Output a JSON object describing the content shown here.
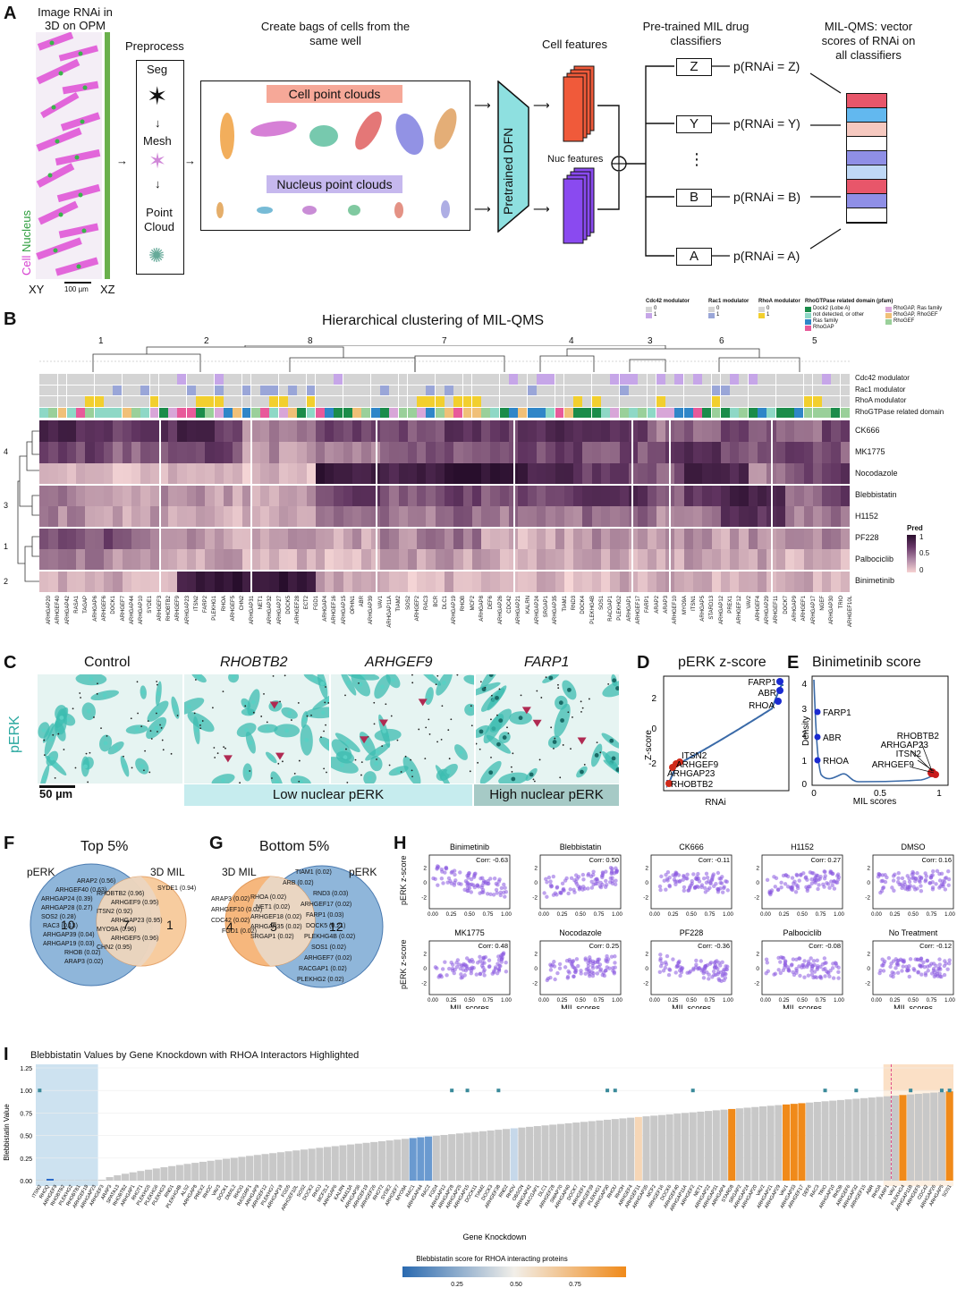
{
  "panels": {
    "A": {
      "label": "A",
      "image_title": "Image RNAi in 3D on OPM",
      "cell_label": "Cell",
      "nucleus_label": "Nucleus",
      "xy_label": "XY",
      "xz_label": "XZ",
      "scale": "100 µm",
      "preprocess_title": "Preprocess",
      "steps": [
        "Seg",
        "Mesh",
        "Point Cloud"
      ],
      "bags_title": "Create bags of cells from the same well",
      "cell_pc": "Cell point clouds",
      "nuc_pc": "Nucleus point clouds",
      "dfn": "Pretrained DFN",
      "cell_features": "Cell features",
      "nuc_features": "Nuc features",
      "mil_title": "Pre-trained MIL drug classifiers",
      "classifiers": [
        {
          "k": "Z",
          "p": "p(RNAi = Z)"
        },
        {
          "k": "Y",
          "p": "p(RNAi = Y)"
        },
        {
          "k": "B",
          "p": "p(RNAi = B)"
        },
        {
          "k": "A",
          "p": "p(RNAi = A)"
        }
      ],
      "ellipsis": "⋮",
      "qms_title": "MIL-QMS: vector scores of RNAi on all classifiers",
      "qms_colors": [
        "#e8566a",
        "#62b8ef",
        "#f6c9c0",
        "#ffffff",
        "#8f8fe6",
        "#bfd8f6",
        "#e8566a",
        "#8f8fe6",
        "#ffffff"
      ]
    },
    "B": {
      "label": "B",
      "title": "Hierarchical clustering of MIL-QMS",
      "clusters": [
        "1",
        "2",
        "8",
        "7",
        "4",
        "3",
        "6",
        "5"
      ],
      "annot_rows": [
        "Cdc42 modulator",
        "Rac1 modulator",
        "RhoA modulator",
        "RhoGTPase related domain"
      ],
      "drug_rows": [
        "CK666",
        "MK1775",
        "Nocodazole",
        "Blebbistatin",
        "H1152",
        "PF228",
        "Palbociclib",
        "Binimetinib"
      ],
      "row_groups": [
        "4",
        "3",
        "1",
        "2"
      ],
      "legend_pred": "Pred",
      "legend_ticks": [
        "1",
        "0.5",
        "0"
      ],
      "legend_cdc42": {
        "title": "Cdc42 modulator",
        "items": [
          "0",
          "1"
        ],
        "colors": [
          "#d4d4d4",
          "#c6a6e8"
        ]
      },
      "legend_rac1": {
        "title": "Rac1 modulator",
        "items": [
          "0",
          "1"
        ],
        "colors": [
          "#d4d4d4",
          "#9aa6d8"
        ]
      },
      "legend_rhoa": {
        "title": "RhoA modulator",
        "items": [
          "0",
          "1"
        ],
        "colors": [
          "#d4d4d4",
          "#f2cf2e"
        ]
      },
      "legend_domain": {
        "title": "RhoGTPase related domain (pfam)",
        "items": [
          "Dock2 (Lobe A)",
          "not detected, or other",
          "Ras family",
          "RhoGAP",
          "RhoGAP, Ras family",
          "RhoGAP, RhoGEF",
          "RhoGEF"
        ],
        "colors": [
          "#1b8c4a",
          "#8ed8c6",
          "#2f86c8",
          "#e85a9a",
          "#d8a6d8",
          "#f0c078",
          "#9ad09a"
        ]
      },
      "gene_labels": [
        "ARHGAP20",
        "ARHGEF40",
        "ARHGAP42",
        "RASA1",
        "TAGAP",
        "ARHGAP6",
        "ARHGEF6",
        "DOCK1",
        "ARHGEF7",
        "ARHGAP44",
        "ARHGAP10",
        "SYDE1",
        "ARHGEF3",
        "RHOBTB2",
        "ARHGEF9",
        "ARHGAP23",
        "ITSN2",
        "FARP2",
        "PLEKHG1",
        "RHOA",
        "ARHGEF5",
        "CHN2",
        "ARHGAP31",
        "NET1",
        "ARHGAP32",
        "ARHGAP27",
        "DOCK5",
        "ARHGEF28",
        "ECT2",
        "FGD1",
        "ARHGAP4",
        "ARHGEF16",
        "ARHGAP15",
        "OPHN1",
        "ABR",
        "ARHGAP39",
        "VAV1",
        "ARHGAP11A",
        "TIAM2",
        "SOS2",
        "ARHGEF2",
        "RAC3",
        "BCR",
        "DLC1",
        "ARHGAP19",
        "RHOB",
        "MCF2",
        "ARHGAP8",
        "DEF6",
        "ARHGAP26",
        "CDC42",
        "ARHGAP21",
        "KALRN",
        "ARHGAP24",
        "SRGAP1",
        "ARHGAP35",
        "TIAM1",
        "RND3",
        "DOCK4",
        "PLEKHG4B",
        "SOS1",
        "RACGAP1",
        "PLEKHG2",
        "ARHGAP1",
        "ARHGEF17",
        "FARP1",
        "ARAP2",
        "ARAP3",
        "ARHGEF10",
        "MYO9A",
        "ITSN1",
        "ARHGAP5",
        "STARD13",
        "ARHGAP12",
        "PREX1",
        "ARHGEF12",
        "VAV2",
        "ARHGEF4",
        "ARHGAP29",
        "ARHGEF11",
        "DOCK7",
        "ARHGAP9",
        "ARHGEF1",
        "ARHGAP17",
        "NGEF",
        "ARHGAP30",
        "TRIO",
        "ARHGEF10L"
      ]
    },
    "C": {
      "label": "C",
      "conditions": [
        "Control",
        "RHOBTB2",
        "ARHGEF9",
        "FARP1"
      ],
      "stain": "pERK",
      "scale": "50 µm",
      "low": "Low nuclear pERK",
      "high": "High nuclear pERK"
    },
    "D": {
      "label": "D",
      "title": "pERK z-score",
      "ylabel": "Z-score",
      "xlabel": "RNAi",
      "yticks": [
        "2",
        "0",
        "-2"
      ],
      "top_genes": [
        "FARP1",
        "ABR",
        "RHOA"
      ],
      "bottom_genes": [
        "ITSN2",
        "ARHGEF9",
        "ARHGAP23",
        "RHOBTB2"
      ]
    },
    "E": {
      "label": "E",
      "title": "Binimetinib score",
      "ylabel": "Density",
      "xlabel": "MIL scores",
      "yticks": [
        "4",
        "3",
        "2",
        "1",
        "0"
      ],
      "xticks": [
        "0",
        "0.5",
        "1"
      ],
      "left_genes": [
        "FARP1",
        "ABR",
        "RHOA"
      ],
      "right_genes": [
        "RHOBTB2",
        "ARHGAP23",
        "ITSN2",
        "ARHGEF9"
      ]
    },
    "F": {
      "label": "F",
      "title": "Top 5%",
      "left_name": "pERK",
      "right_name": "3D MIL",
      "left_count": "10",
      "mid_count": "7",
      "right_count": "1",
      "left_genes": [
        "ARAP2 (0.56)",
        "ARHGEF40 (0.63)",
        "ARHGAP24 (0.39)",
        "ARHGAP28 (0.27)",
        "SOS2 (0.28)",
        "RAC3 (0.13)",
        "ARHGAP39 (0.04)",
        "ARHGAP19 (0.03)",
        "RHOB (0.02)",
        "ARAP3 (0.02)"
      ],
      "mid_genes": [
        "RHOBTB2 (0.96)",
        "ARHGEF9 (0.95)",
        "ITSN2 (0.92)",
        "ARHGAP23 (0.95)",
        "MYO9A (0.96)",
        "ARHGEF5 (0.96)",
        "CHN2 (0.95)"
      ],
      "right_genes": [
        "SYDE1 (0.94)"
      ]
    },
    "G": {
      "label": "G",
      "title": "Bottom 5%",
      "left_name": "3D MIL",
      "right_name": "pERK",
      "left_count": "4",
      "mid_count": "5",
      "right_count": "12",
      "left_genes": [
        "ARAP3 (0.02)",
        "ARHGEF10 (0.02)",
        "CDC42 (0.02)",
        "FGD1 (0.02)"
      ],
      "mid_genes": [
        "RHOA (0.02)",
        "NET1 (0.02)",
        "ARHGEF18 (0.02)",
        "ARHGAP35 (0.02)",
        "SRGAP1 (0.02)"
      ],
      "right_genes": [
        "TIAM1 (0.02)",
        "ARB (0.02)",
        "RND3 (0.03)",
        "ARHGEF17 (0.02)",
        "FARP1 (0.03)",
        "DOCK5 (0.21)",
        "PLEKHG4B (0.02)",
        "SOS1 (0.02)",
        "ARHGEF7 (0.02)",
        "RACGAP1 (0.02)",
        "PLEKHG2 (0.02)"
      ]
    },
    "H": {
      "label": "H",
      "ylabel": "pERK z-score",
      "xlabel": "MIL scores",
      "xticks": [
        "0.00",
        "0.25",
        "0.50",
        "0.75",
        "1.00"
      ],
      "yticks": [
        "2",
        "0",
        "-2"
      ],
      "plots": [
        {
          "name": "Binimetinib",
          "corr": "Corr: -0.63",
          "r": -0.63
        },
        {
          "name": "Blebbistatin",
          "corr": "Corr: 0.50",
          "r": 0.5
        },
        {
          "name": "CK666",
          "corr": "Corr: -0.11",
          "r": -0.11
        },
        {
          "name": "H1152",
          "corr": "Corr: 0.27",
          "r": 0.27
        },
        {
          "name": "DMSO",
          "corr": "Corr: 0.16",
          "r": 0.16
        },
        {
          "name": "MK1775",
          "corr": "Corr: 0.48",
          "r": 0.48
        },
        {
          "name": "Nocodazole",
          "corr": "Corr: 0.25",
          "r": 0.25
        },
        {
          "name": "PF228",
          "corr": "Corr: -0.36",
          "r": -0.36
        },
        {
          "name": "Palbociclib",
          "corr": "Corr: -0.08",
          "r": -0.08
        },
        {
          "name": "No Treatment",
          "corr": "Corr: -0.12",
          "r": -0.12
        }
      ]
    },
    "I": {
      "label": "I",
      "title": "Blebbistatin Values by Gene Knockdown with RHOA Interactors Highlighted",
      "ylabel": "Blebbistatin Value",
      "xlabel": "Gene Knockdown",
      "yticks": [
        "1.25",
        "1.00",
        "0.75",
        "0.50",
        "0.25",
        "0.00"
      ],
      "cbar_title": "Blebbistatin score for RHOA interacting proteins",
      "cbar_ticks": [
        "0.25",
        "0.50",
        "0.75"
      ],
      "genes": [
        "ITSN2",
        "RHOQ",
        "ARHGEF9",
        "RHOBTB2",
        "PLEKHG2",
        "RHOBTB1",
        "ARHGEF18",
        "ARHGAP23",
        "ARHGEF3",
        "ARAP3",
        "SPATA13",
        "RHOBTB2",
        "ARHGAP1",
        "RHOT1",
        "PLEKHG5",
        "PLEKHG6",
        "PLEKHG3",
        "RND1",
        "PLEKHG4B",
        "ALS2",
        "ARHGAP8",
        "PREX2",
        "RHOC",
        "VAV3",
        "DOCK1",
        "DMXL2",
        "RHOG",
        "RASGRF1",
        "ARHGAP9",
        "ARHGEF12",
        "PLEKHG7",
        "ARHGAP19",
        "FGD5",
        "ARHGEF10L",
        "SOS2",
        "DOCK2",
        "RHOJ",
        "MCF2L2",
        "ARHGAP6",
        "KALRN",
        "FAM13A",
        "ARHGAP36",
        "ARHGEF19",
        "ARHGEF26",
        "RHOT2",
        "SYDE2",
        "ARHGEF7",
        "MYO9A",
        "RAC1",
        "ARHGAP44",
        "RAC2",
        "FGD4",
        "ARHGAP12",
        "ARHGAP28",
        "ARHGAP25",
        "ARHGAP15",
        "DOCK11",
        "TIAM2",
        "DOCK3",
        "ARHGEF38",
        "RND2",
        "RHOV",
        "OBSCN",
        "ARHGAP42",
        "RACGAP1",
        "DLC1",
        "ARHGEF28",
        "SWAP70",
        "ARHGAP40",
        "DOCK7",
        "ARHGEF1",
        "ARHGEF39",
        "PLEKHG1",
        "ARHGAP30",
        "RHOU",
        "RHOH",
        "ARHGEF4",
        "ARHGEF11",
        "ARHGAP35",
        "MCF2",
        "ARHGEF16",
        "DOCK6",
        "ARHGEF40",
        "ARHGAP11A",
        "ARHGEF2",
        "NET1",
        "ARHGAP22",
        "ARHGAP31",
        "ARHGAP4",
        "STARD8",
        "SRGAP2",
        "ARHGAP24",
        "ARHGAP20",
        "VAV2",
        "ARHGAP21",
        "ARHGAP29",
        "VAV1",
        "ARHGAP33",
        "ARHGEF17",
        "DEF6",
        "RAC3",
        "TRIO",
        "ARHGAP10",
        "RHOB",
        "ARHGEF6",
        "ARHGAP32",
        "ARHGEF15",
        "ABR",
        "RHOA",
        "FARP1",
        "VAV1",
        "PLEKHG4",
        "ARHGAP11B",
        "ARHGEF5",
        "CDC42",
        "ARHGAP26",
        "ARHGAP5",
        "SOS1"
      ]
    }
  },
  "heatmap_rows": [
    {
      "drug": "CK666",
      "v": [
        0.8,
        0.7,
        0.6,
        0.65,
        0.9,
        0.6,
        0.3,
        0.3,
        0.55,
        0.55,
        0.5,
        0.5,
        0.65,
        0.6,
        0.7,
        0.75,
        0.7,
        0.6,
        0.35,
        0.4,
        0.5,
        0.45,
        0.35,
        0.6
      ]
    },
    {
      "drug": "MK1775",
      "v": [
        0.6,
        0.55,
        0.4,
        0.45,
        0.6,
        0.55,
        0.25,
        0.25,
        0.35,
        0.35,
        0.4,
        0.45,
        0.5,
        0.45,
        0.5,
        0.6,
        0.45,
        0.5,
        0.55,
        0.7,
        0.45,
        0.45,
        0.55,
        0.45
      ]
    },
    {
      "drug": "Nocodazole",
      "v": [
        0.15,
        0.2,
        0.1,
        0.15,
        0.2,
        0.15,
        0.1,
        0.1,
        0.9,
        0.85,
        0.75,
        0.8,
        0.95,
        0.9,
        0.8,
        0.7,
        0.6,
        0.55,
        0.45,
        0.8,
        0.75,
        0.3,
        0.55,
        0.6
      ]
    },
    {
      "drug": "Blebbistatin",
      "v": [
        0.35,
        0.3,
        0.2,
        0.25,
        0.25,
        0.2,
        0.2,
        0.2,
        0.55,
        0.6,
        0.45,
        0.4,
        0.55,
        0.5,
        0.5,
        0.6,
        0.65,
        0.7,
        0.45,
        0.6,
        0.8,
        0.75,
        0.4,
        0.55
      ]
    },
    {
      "drug": "H1152",
      "v": [
        0.3,
        0.25,
        0.2,
        0.2,
        0.2,
        0.15,
        0.15,
        0.2,
        0.4,
        0.45,
        0.35,
        0.3,
        0.4,
        0.35,
        0.3,
        0.35,
        0.4,
        0.4,
        0.3,
        0.35,
        0.7,
        0.65,
        0.35,
        0.4
      ]
    },
    {
      "drug": "PF228",
      "v": [
        0.45,
        0.5,
        0.4,
        0.3,
        0.25,
        0.2,
        0.15,
        0.2,
        0.15,
        0.2,
        0.3,
        0.35,
        0.35,
        0.2,
        0.15,
        0.2,
        0.25,
        0.2,
        0.2,
        0.25,
        0.2,
        0.3,
        0.25,
        0.3
      ]
    },
    {
      "drug": "Palbociclib",
      "v": [
        0.3,
        0.35,
        0.25,
        0.2,
        0.2,
        0.2,
        0.15,
        0.15,
        0.1,
        0.15,
        0.2,
        0.2,
        0.2,
        0.15,
        0.15,
        0.15,
        0.2,
        0.15,
        0.15,
        0.2,
        0.15,
        0.2,
        0.15,
        0.15
      ]
    },
    {
      "drug": "Binimetinib",
      "v": [
        0.15,
        0.2,
        0.15,
        0.15,
        0.85,
        0.95,
        0.8,
        0.9,
        0.15,
        0.15,
        0.1,
        0.15,
        0.15,
        0.1,
        0.15,
        0.1,
        0.1,
        0.15,
        0.15,
        0.15,
        0.1,
        0.15,
        0.15,
        0.1
      ]
    }
  ]
}
